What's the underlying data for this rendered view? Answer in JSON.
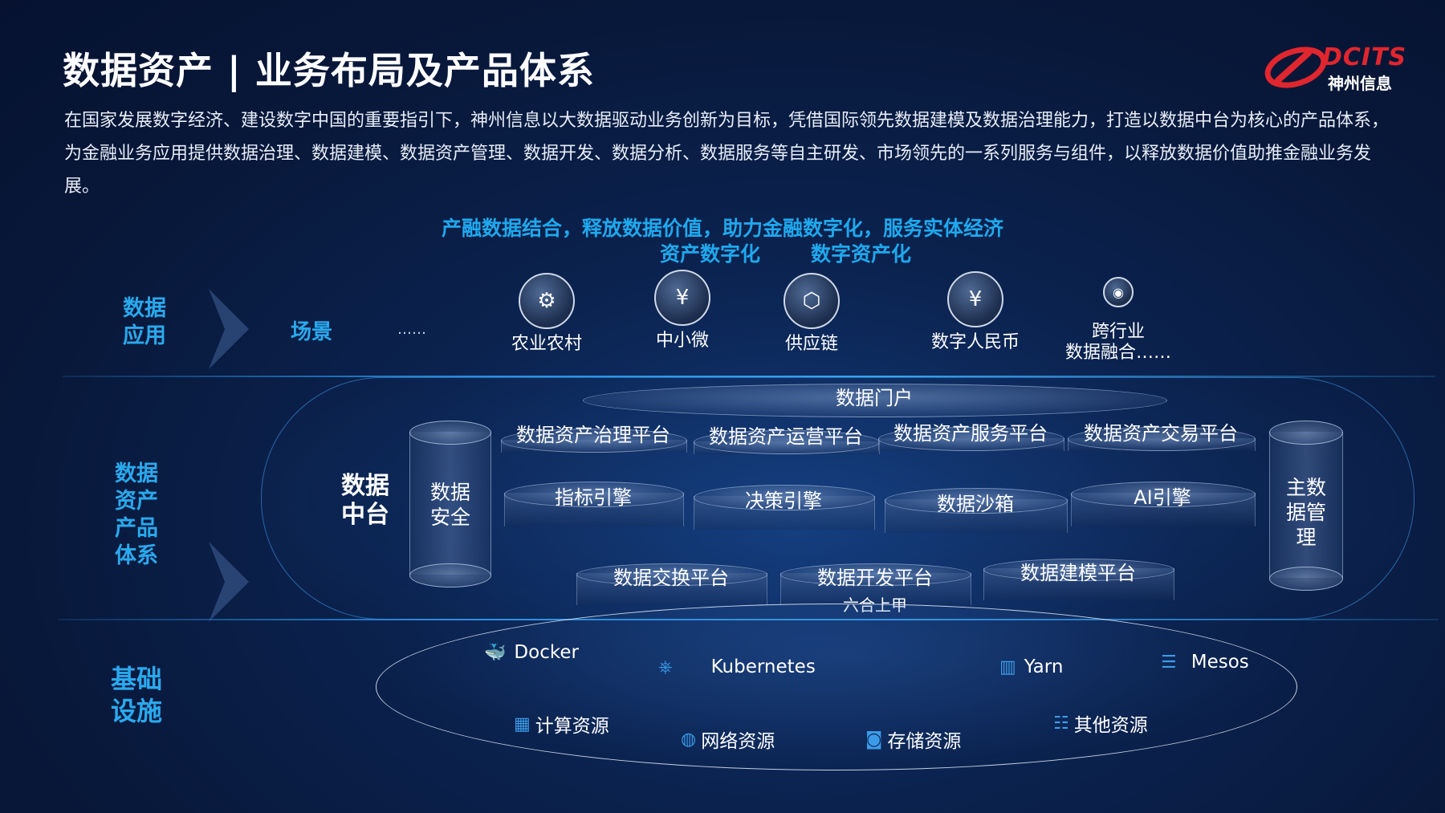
{
  "header": {
    "title": "数据资产 | 业务布局及产品体系",
    "intro": "在国家发展数字经济、建设数字中国的重要指引下，神州信息以大数据驱动业务创新为目标，凭借国际领先数据建模及数据治理能力，打造以数据中台为核心的产品体系，为金融业务应用提供数据治理、数据建模、数据资产管理、数据开发、数据分析、数据服务等自主研发、市场领先的一系列服务与组件，以释放数据价值助推金融业务发展。"
  },
  "logo": {
    "brand": "DCITS",
    "name_cn": "神州信息",
    "brand_color": "#e0262e"
  },
  "slogan": {
    "line1": "产融数据结合，释放数据价值，助力金融数字化，服务实体经济",
    "line2a": "资产数字化",
    "line2b": "数字资产化",
    "color": "#1fa8ee"
  },
  "layers": {
    "app": "数据\n应用",
    "product": "数据\n资产\n产品\n体系",
    "infra": "基础\n设施"
  },
  "scene": {
    "label": "场景",
    "more": "……"
  },
  "apps": [
    {
      "icon": "farm-icon",
      "glyph": "⚙",
      "label": "农业农村"
    },
    {
      "icon": "sme-icon",
      "glyph": "¥",
      "label": "中小微"
    },
    {
      "icon": "supply-chain-icon",
      "glyph": "⬡",
      "label": "供应链"
    },
    {
      "icon": "digital-rmb-icon",
      "glyph": "¥",
      "label": "数字人民币"
    },
    {
      "icon": "cross-industry-icon",
      "glyph": "◉",
      "label": "跨行业\n数据融合……"
    }
  ],
  "middle": {
    "core": "数据\n中台",
    "security": "数据\n安全",
    "mdm": "主数\n据管\n理",
    "portal": "数据门户",
    "platforms": [
      "数据资产治理平台",
      "数据资产运营平台",
      "数据资产服务平台",
      "数据资产交易平台"
    ],
    "engines": [
      "指标引擎",
      "决策引擎",
      "数据沙箱",
      "AI引擎"
    ],
    "base": [
      "数据交换平台",
      "数据开发平台",
      "数据建模平台"
    ],
    "foundation": "六合上甲"
  },
  "infra": {
    "row1": [
      {
        "icon": "docker-icon",
        "label": "Docker"
      },
      {
        "icon": "kubernetes-icon",
        "label": "Kubernetes"
      },
      {
        "icon": "yarn-icon",
        "label": "Yarn"
      },
      {
        "icon": "mesos-icon",
        "label": "Mesos"
      }
    ],
    "row2": [
      {
        "icon": "compute-icon",
        "label": "计算资源"
      },
      {
        "icon": "network-icon",
        "label": "网络资源"
      },
      {
        "icon": "storage-icon",
        "label": "存储资源"
      },
      {
        "icon": "other-resource-icon",
        "label": "其他资源"
      }
    ]
  }
}
